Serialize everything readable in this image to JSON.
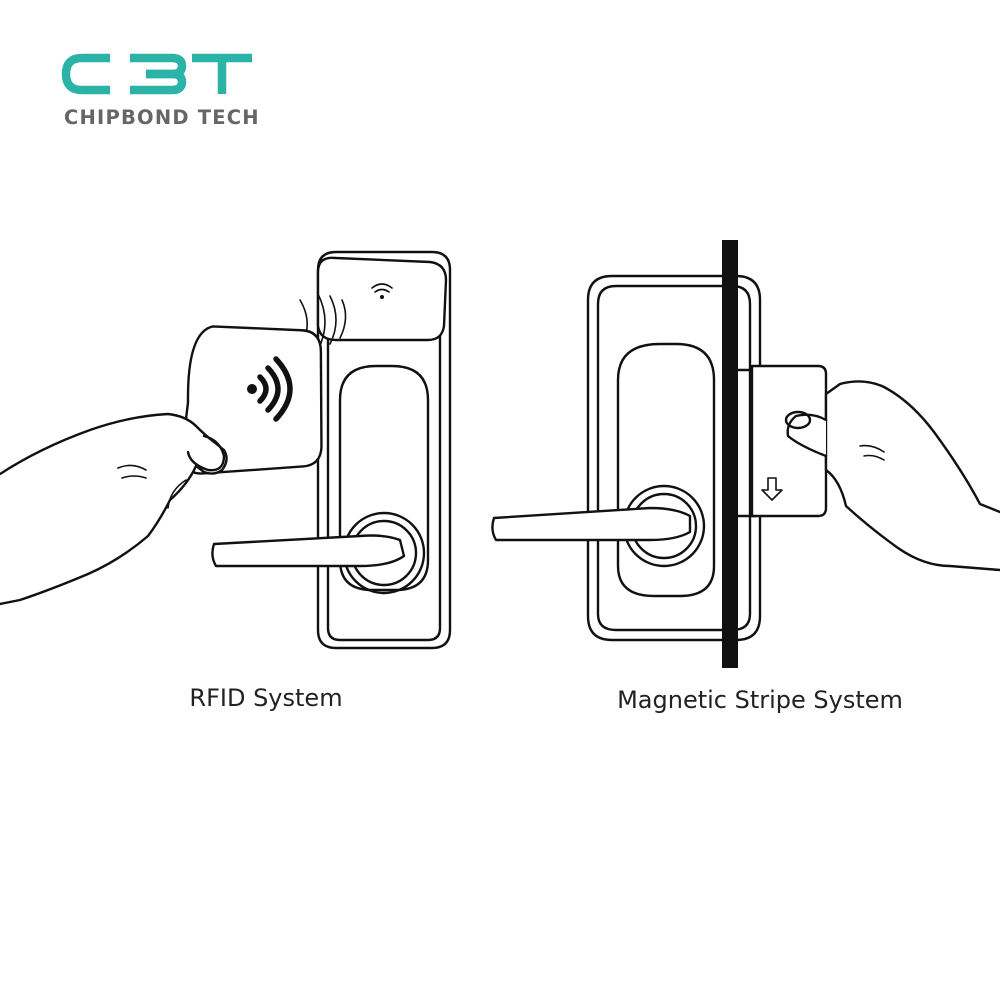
{
  "brand": {
    "logo_mark": "CBT",
    "name": "CHIPBOND TECH",
    "color": "#2bb3a7"
  },
  "panels": [
    {
      "id": "rfid",
      "caption": "RFID System",
      "icon": "contactless-wave-icon"
    },
    {
      "id": "magnetic",
      "caption": "Magnetic Stripe System",
      "icon": "arrow-down-icon"
    }
  ],
  "colors": {
    "line": "#111111",
    "caption": "#222222",
    "brand_gray": "#666666"
  }
}
